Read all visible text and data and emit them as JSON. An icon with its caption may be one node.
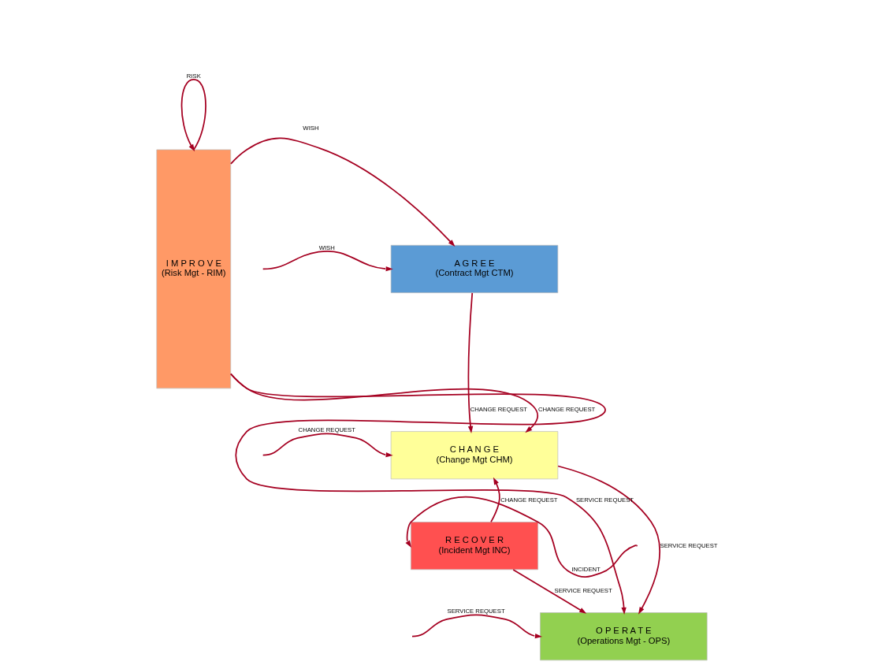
{
  "diagram": {
    "nodes": [
      {
        "text": [
          "A G R E E",
          "(Contract Mgt CTM)"
        ]
      },
      {
        "text": [
          "C H A N G E",
          "(Change Mgt CHM)"
        ]
      },
      {
        "text": [
          "R E C O V E R",
          "(Incident Mgt INC)"
        ]
      },
      {
        "text": [
          "O P E R A T E",
          "(Operations Mgt - OPS)"
        ]
      },
      {
        "text": [
          "I M P R O V E",
          "(Risk Mgt - RIM)"
        ]
      }
    ],
    "edges": [
      {
        "from": null,
        "to": 0,
        "arrow": "to",
        "label": "WISH"
      },
      {
        "from": null,
        "to": 1,
        "arrow": "to",
        "label": "CHANGE REQUEST"
      },
      {
        "from": null,
        "to": 2,
        "arrow": "to",
        "label": "INCIDENT"
      },
      {
        "from": null,
        "to": 3,
        "arrow": "to",
        "label": "SERVICE REQUEST"
      },
      {
        "from": 0,
        "to": 1,
        "arrow": "to",
        "label": "CHANGE REQUEST"
      },
      {
        "from": 2,
        "to": 1,
        "arrow": "to",
        "label": "CHANGE REQUEST"
      },
      {
        "from": 2,
        "to": 3,
        "arrow": "to",
        "label": "SERVICE REQUEST"
      },
      {
        "from": 1,
        "to": 3,
        "arrow": "to",
        "label": "SERVICE REQUEST"
      },
      {
        "from": 4,
        "to": 0,
        "arrow": "to",
        "label": "WISH"
      },
      {
        "from": 4,
        "to": 1,
        "arrow": "to",
        "label": "CHANGE REQUEST"
      },
      {
        "from": 4,
        "to": 3,
        "arrow": "to",
        "label": "SERVICE REQUEST"
      },
      {
        "from": 4,
        "to": 4,
        "arrow": "to",
        "label": "RISK"
      }
    ]
  }
}
